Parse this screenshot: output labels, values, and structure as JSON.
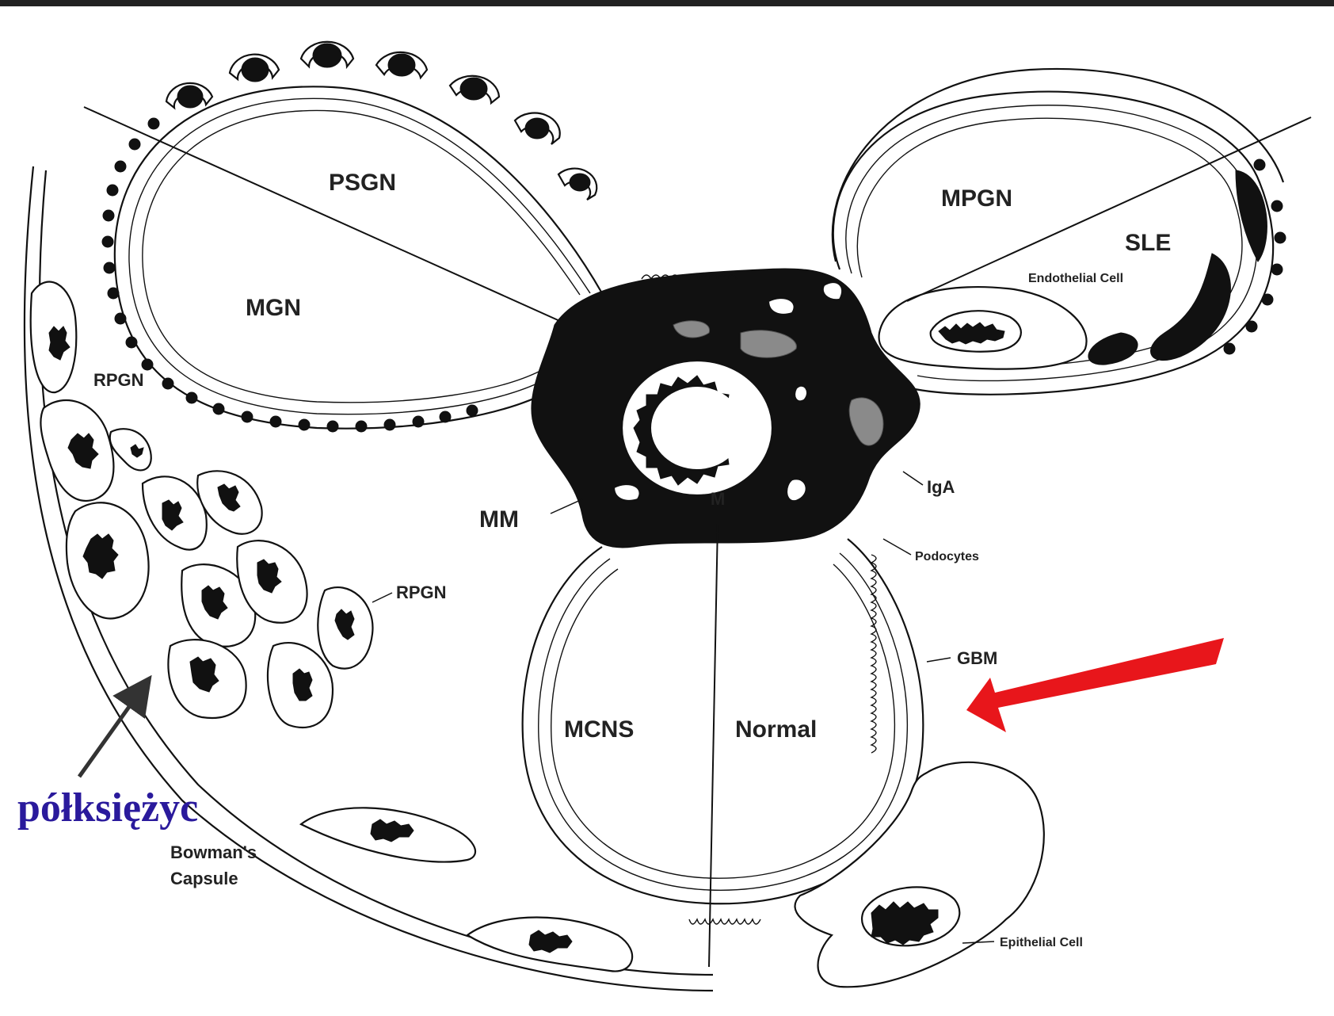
{
  "labels": {
    "psgn": "PSGN",
    "mgn": "MGN",
    "mpgn": "MPGN",
    "sle": "SLE",
    "endothelial_cell": "Endothelial Cell",
    "rpgn_top": "RPGN",
    "rpgn_mid": "RPGN",
    "mm": "MM",
    "m": "M",
    "iga": "IgA",
    "podocytes": "Podocytes",
    "gbm": "GBM",
    "mcns": "MCNS",
    "normal": "Normal",
    "bowmans_line1": "Bowman's",
    "bowmans_line2": "Capsule",
    "epithelial_cell": "Epithelial Cell",
    "crescent_polish": "półksiężyc"
  },
  "colors": {
    "arrow_red": "#e8161b",
    "arrow_grey": "#333333",
    "polish_text": "#2a1a9c",
    "ink": "#111111"
  }
}
